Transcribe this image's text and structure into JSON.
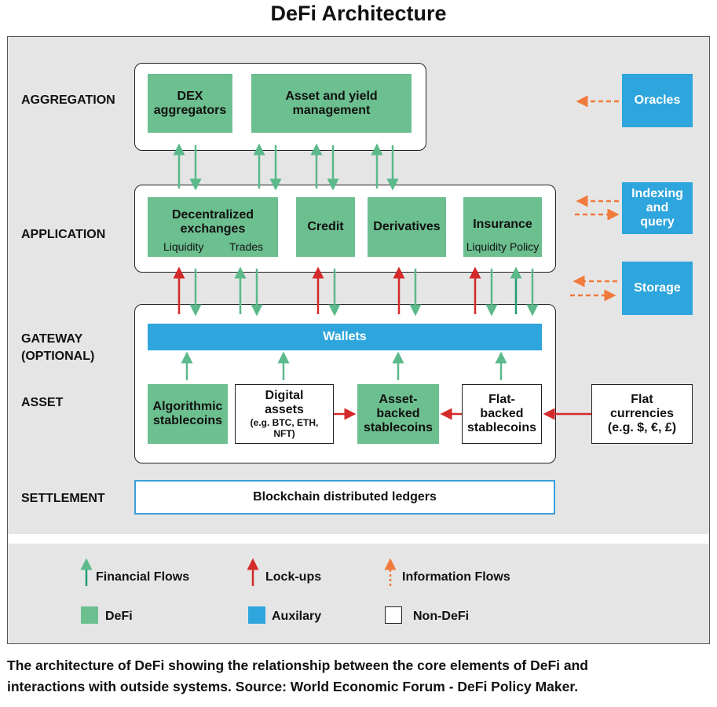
{
  "title": "DeFi Architecture",
  "layers": {
    "aggregation": "AGGREGATION",
    "application": "APPLICATION",
    "gateway_1": "GATEWAY",
    "gateway_2": "(OPTIONAL)",
    "asset": "ASSET",
    "settlement": "SETTLEMENT"
  },
  "aggregation": {
    "dex_aggregators": [
      "DEX",
      "aggregators"
    ],
    "asset_yield": [
      "Asset and yield",
      "management"
    ]
  },
  "application": {
    "dex": {
      "label": [
        "Decentralized",
        "exchanges"
      ],
      "sub_left": "Liquidity",
      "sub_right": "Trades"
    },
    "credit": "Credit",
    "derivatives": "Derivatives",
    "insurance": {
      "label": "Insurance",
      "sub": "Liquidity Policy"
    }
  },
  "gateway": {
    "wallets": "Wallets"
  },
  "asset": {
    "algorithmic": [
      "Algorithmic",
      "stablecoins"
    ],
    "digital": [
      "Digital",
      "assets"
    ],
    "digital_note": [
      "(e.g. BTC, ETH,",
      "NFT)"
    ],
    "asset_backed": [
      "Asset-",
      "backed",
      "stablecoins"
    ],
    "fiat_backed": [
      "Flat-",
      "backed",
      "stablecoins"
    ],
    "fiat_currencies": [
      "Flat",
      "currencies"
    ],
    "fiat_note": "(e.g. $, €, £)"
  },
  "settlement": {
    "blockchain": "Blockchain distributed ledgers"
  },
  "auxiliary": {
    "oracles": "Oracles",
    "indexing": [
      "Indexing",
      "and",
      "query"
    ],
    "storage": "Storage"
  },
  "legend": {
    "financial": "Financial Flows",
    "lockups": "Lock-ups",
    "information": "Information Flows",
    "defi": "DeFi",
    "auxiliary": "Auxilary",
    "nondefi": "Non-DeFi"
  },
  "caption": [
    "The architecture of DeFi showing the relationship between the core elements of DeFi and",
    "interactions with outside systems. Source: World Economic Forum - DeFi Policy Maker."
  ],
  "colors": {
    "defi": "#6cbf8f",
    "auxiliary": "#2ea5dd",
    "financial_flow": "#5bb98a",
    "lockup": "#d42a2a",
    "information_flow": "#f07a3c"
  }
}
